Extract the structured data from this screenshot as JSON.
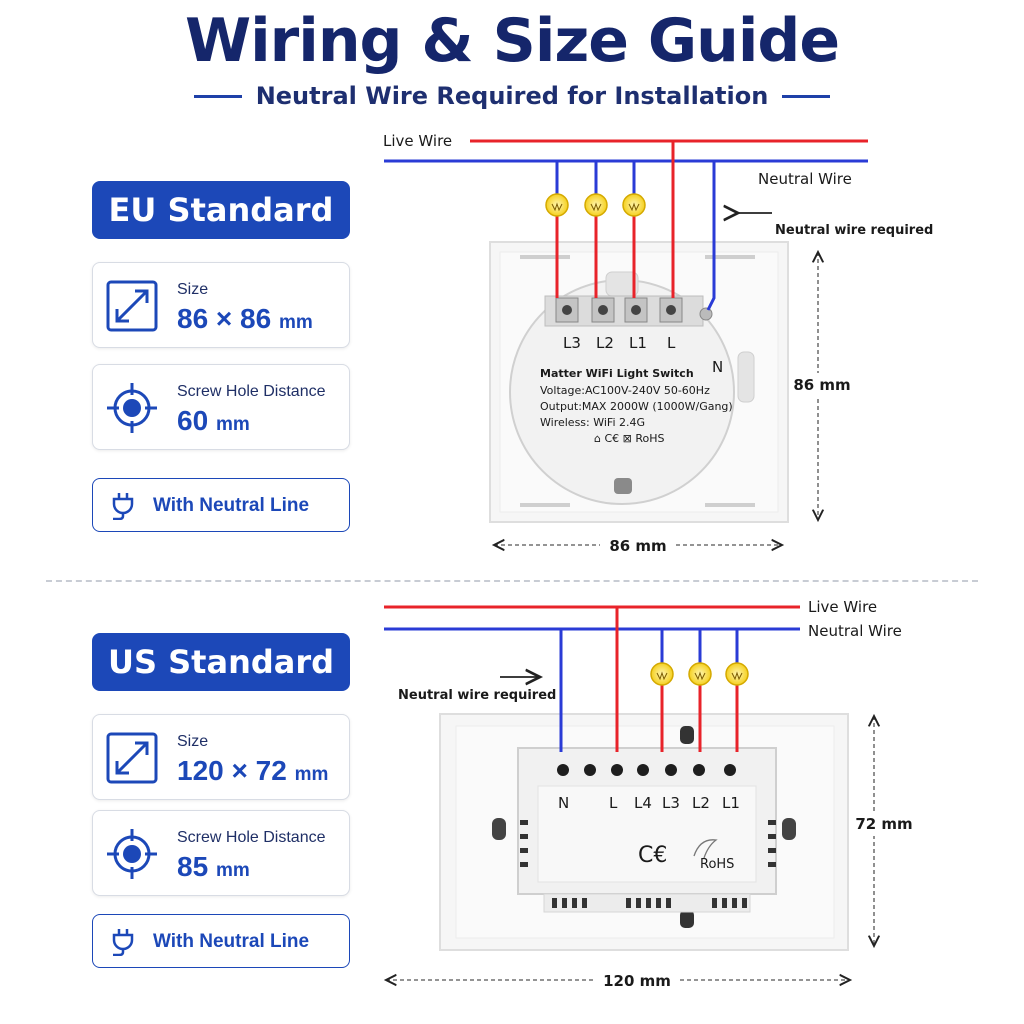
{
  "header": {
    "title": "Wiring & Size Guide",
    "subtitle": "Neutral Wire Required for Installation"
  },
  "eu": {
    "badge": "EU Standard",
    "size_label": "Size",
    "size_value": "86 × 86",
    "size_unit": "mm",
    "screw_label": "Screw Hole Distance",
    "screw_value": "60",
    "screw_unit": "mm",
    "neutral_label": "With Neutral Line",
    "diagram": {
      "live_wire": "Live Wire",
      "neutral_wire": "Neutral Wire",
      "neutral_required": "Neutral wire required",
      "terminals": [
        "L3",
        "L2",
        "L1",
        "L",
        "N"
      ],
      "device_title": "Matter WiFi Light Switch",
      "voltage": "Voltage:AC100V-240V  50-60Hz",
      "output": "Output:MAX 2000W (1000W/Gang)",
      "wireless": "Wireless: WiFi 2.4G",
      "certs": "⌂ C€ ⊠ RoHS",
      "width_dim": "86 mm",
      "height_dim": "86 mm"
    }
  },
  "us": {
    "badge": "US Standard",
    "size_label": "Size",
    "size_value": "120 × 72",
    "size_unit": "mm",
    "screw_label": "Screw Hole Distance",
    "screw_value": "85",
    "screw_unit": "mm",
    "neutral_label": "With Neutral Line",
    "diagram": {
      "live_wire": "Live Wire",
      "neutral_wire": "Neutral Wire",
      "neutral_required": "Neutral wire required",
      "terminals": [
        "N",
        "L",
        "L4",
        "L3",
        "L2",
        "L1"
      ],
      "ce_mark": "C€",
      "rohs": "RoHS",
      "width_dim": "120 mm",
      "height_dim": "72 mm"
    }
  },
  "colors": {
    "live": "#e8232a",
    "neutral": "#2a3bd6",
    "accent": "#1c48b8",
    "title": "#15266b"
  }
}
